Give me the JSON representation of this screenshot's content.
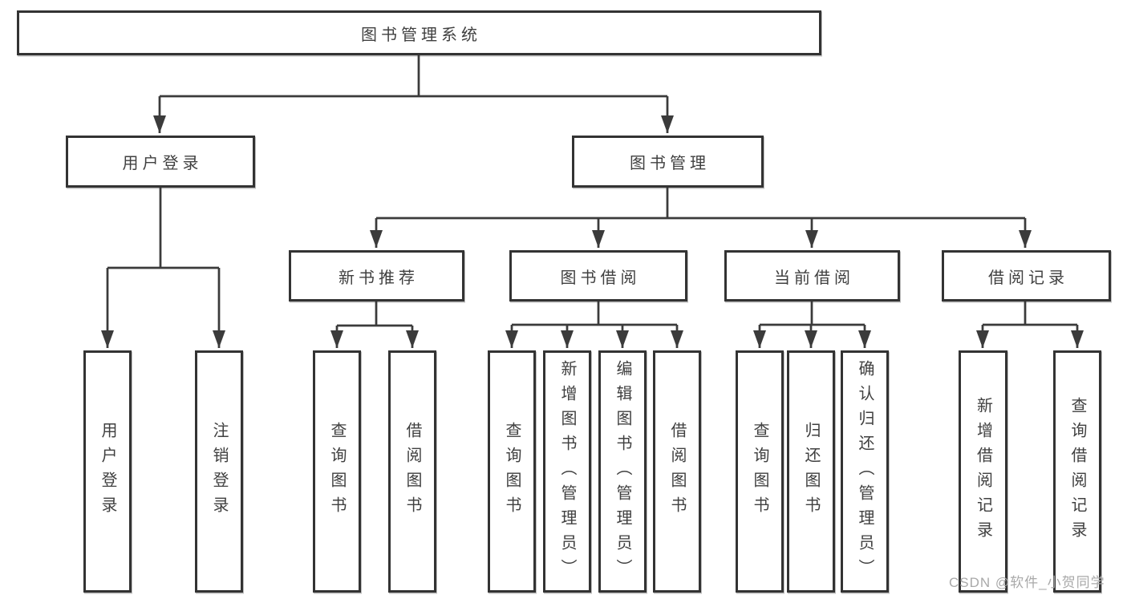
{
  "diagram_title": "图书管理系统",
  "tree": {
    "root": {
      "label": "图书管理系统",
      "children": [
        {
          "label": "用户登录",
          "children": [
            {
              "label": "用户登录"
            },
            {
              "label": "注销登录"
            }
          ]
        },
        {
          "label": "图书管理",
          "children": [
            {
              "label": "新书推荐",
              "children": [
                {
                  "label": "查询图书"
                },
                {
                  "label": "借阅图书"
                }
              ]
            },
            {
              "label": "图书借阅",
              "children": [
                {
                  "label": "查询图书"
                },
                {
                  "label": "新增图书（管理员）"
                },
                {
                  "label": "编辑图书（管理员）"
                },
                {
                  "label": "借阅图书"
                }
              ]
            },
            {
              "label": "当前借阅",
              "children": [
                {
                  "label": "查询图书"
                },
                {
                  "label": "归还图书"
                },
                {
                  "label": "确认归还（管理员）"
                }
              ]
            },
            {
              "label": "借阅记录",
              "children": [
                {
                  "label": "新增借阅记录"
                },
                {
                  "label": "查询借阅记录"
                }
              ]
            }
          ]
        }
      ]
    }
  },
  "watermark": {
    "text": "CSDN @软件_小贺同学"
  },
  "colors": {
    "line": "#3b3b3b",
    "box_border": "#333333",
    "text": "#404040",
    "background": "#ffffff",
    "watermark": "#a9a9a9"
  }
}
